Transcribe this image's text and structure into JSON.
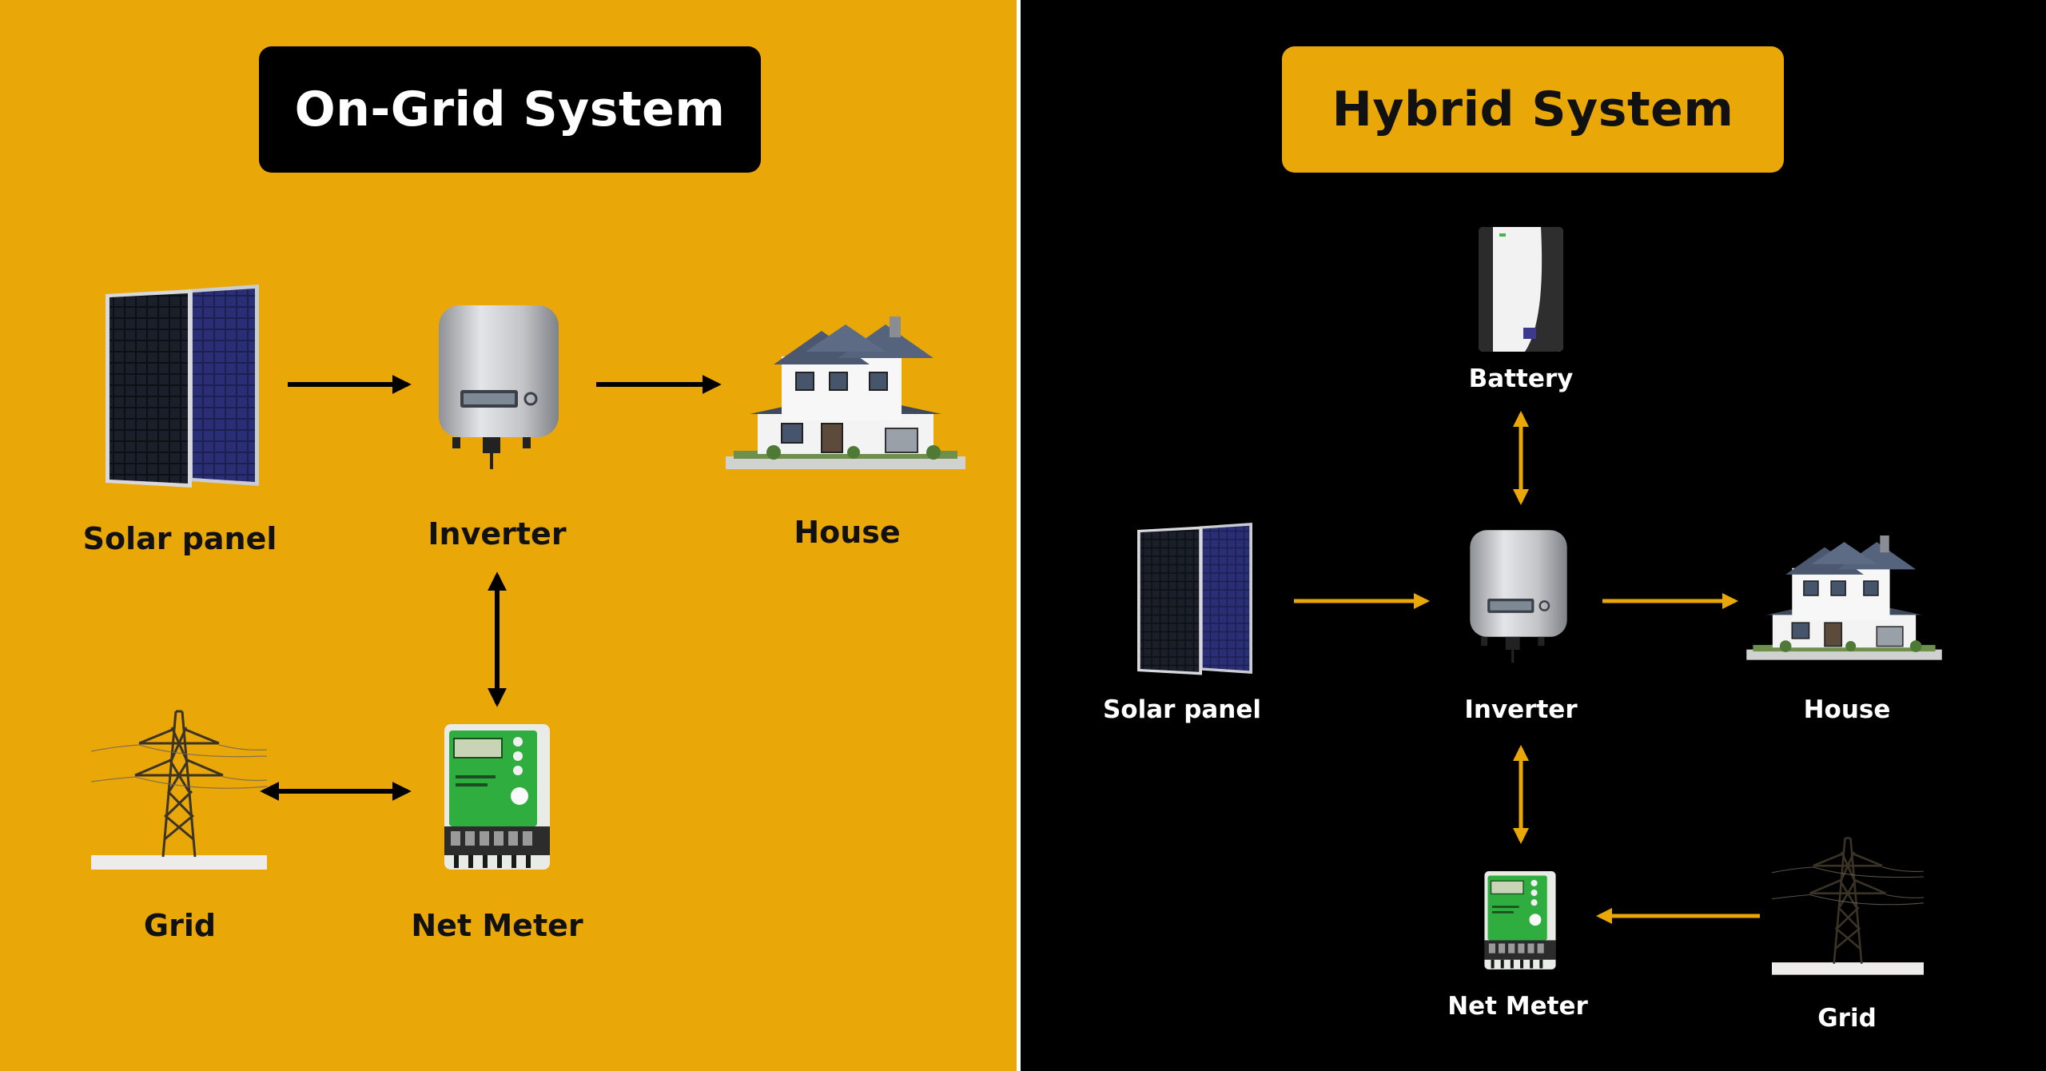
{
  "on_grid": {
    "title": "On-Grid System",
    "labels": {
      "solar_panel": "Solar panel",
      "inverter": "Inverter",
      "house": "House",
      "grid": "Grid",
      "net_meter": "Net Meter"
    }
  },
  "hybrid": {
    "title": "Hybrid System",
    "labels": {
      "battery": "Battery",
      "solar_panel": "Solar panel",
      "inverter": "Inverter",
      "house": "House",
      "net_meter": "Net Meter",
      "grid": "Grid"
    }
  },
  "colors": {
    "accent": "#eaa708",
    "dark": "#000000",
    "text_light": "#ffffff"
  }
}
